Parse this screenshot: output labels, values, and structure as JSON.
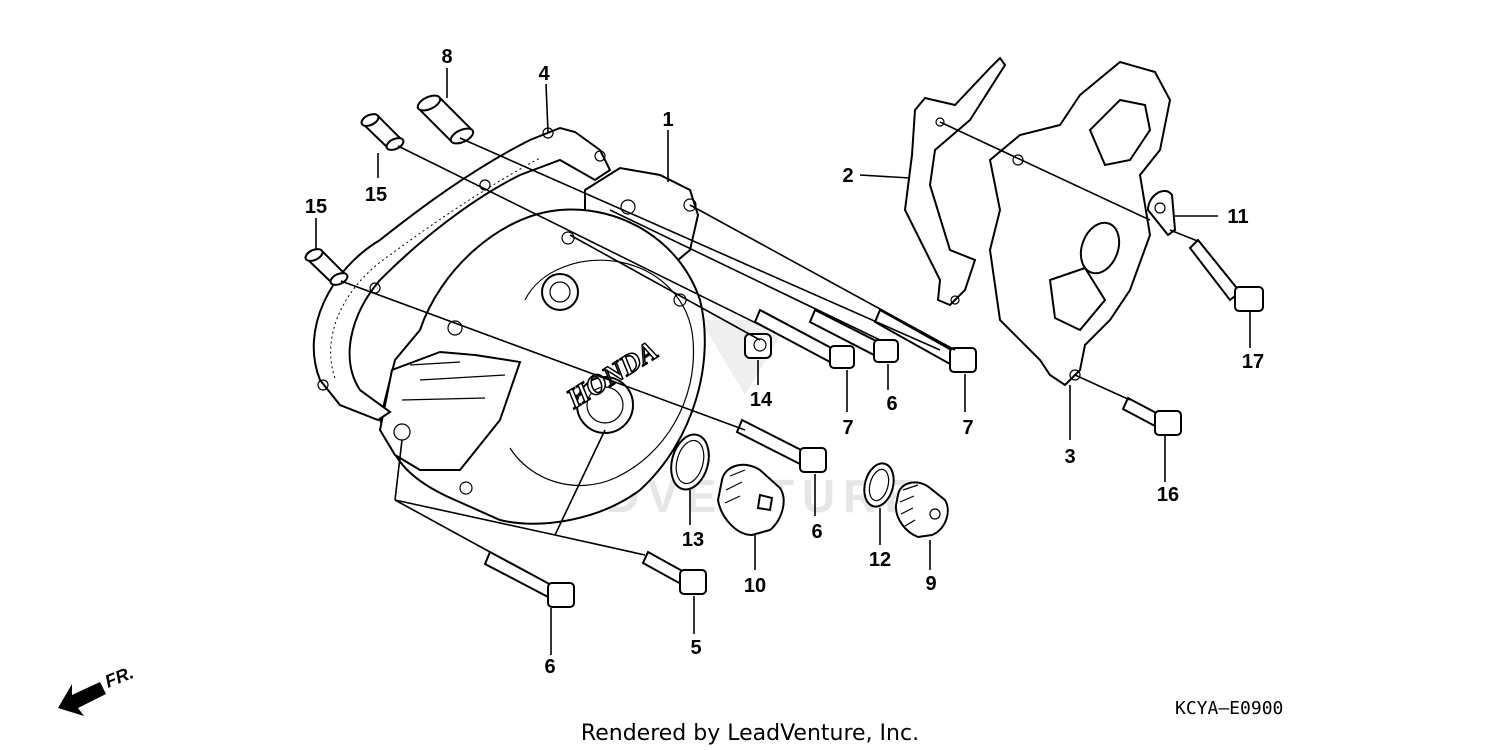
{
  "callouts": [
    {
      "num": "1",
      "part": "cover"
    },
    {
      "num": "2",
      "part": "gasket-plate"
    },
    {
      "num": "3",
      "part": "guard-plate"
    },
    {
      "num": "4",
      "part": "gasket"
    },
    {
      "num": "5",
      "part": "bolt"
    },
    {
      "num": "6",
      "part": "bolt"
    },
    {
      "num": "6",
      "part": "bolt"
    },
    {
      "num": "6",
      "part": "bolt"
    },
    {
      "num": "7",
      "part": "bolt"
    },
    {
      "num": "7",
      "part": "bolt"
    },
    {
      "num": "8",
      "part": "dowel"
    },
    {
      "num": "9",
      "part": "plug"
    },
    {
      "num": "10",
      "part": "cap"
    },
    {
      "num": "11",
      "part": "clamp"
    },
    {
      "num": "12",
      "part": "o-ring"
    },
    {
      "num": "13",
      "part": "o-ring"
    },
    {
      "num": "14",
      "part": "nut"
    },
    {
      "num": "15",
      "part": "dowel"
    },
    {
      "num": "15",
      "part": "dowel"
    },
    {
      "num": "16",
      "part": "bolt"
    },
    {
      "num": "17",
      "part": "bolt"
    }
  ],
  "brand_logo_text": "HONDA",
  "watermark_text": "LEADVENTURE",
  "diagram_code": "KCYA—E0900",
  "credit": "Rendered by LeadVenture, Inc.",
  "direction_label": "FR."
}
